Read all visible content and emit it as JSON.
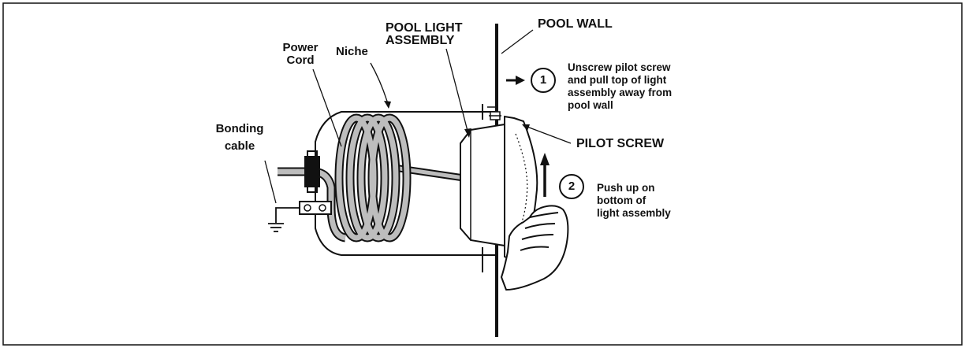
{
  "labels": {
    "pool_wall": "POOL WALL",
    "pool_light_assembly_1": "POOL LIGHT",
    "pool_light_assembly_2": "ASSEMBLY",
    "power_cord_1": "Power",
    "power_cord_2": "Cord",
    "niche": "Niche",
    "bonding_cable_1": "Bonding",
    "bonding_cable_2": "cable",
    "pilot_screw": "PILOT SCREW"
  },
  "steps": [
    {
      "number": "1",
      "lines": [
        "Unscrew pilot screw",
        "and pull top of light",
        "assembly away from",
        "pool wall"
      ]
    },
    {
      "number": "2",
      "lines": [
        "Push up on",
        "bottom of",
        "light assembly"
      ]
    }
  ],
  "icons": {
    "arrow_1": "right-arrow-icon",
    "arrow_2": "up-arrow-icon",
    "ground": "ground-symbol-icon",
    "hand": "hand-icon"
  },
  "colors": {
    "line": "#111111",
    "cord_fill": "#bdbdbd",
    "background": "#ffffff"
  }
}
